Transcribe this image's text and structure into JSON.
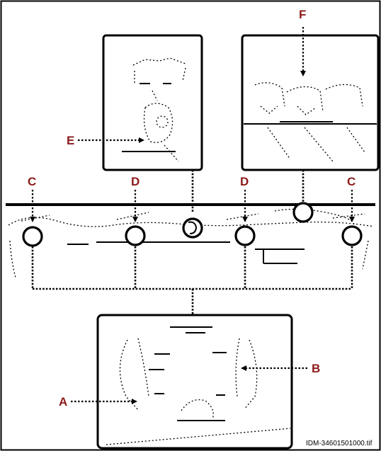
{
  "labels": {
    "A": "A",
    "B": "B",
    "C_left": "C",
    "C_right": "C",
    "D_left": "D",
    "D_right": "D",
    "E": "E",
    "F": "F"
  },
  "caption": "IDM-34601501000.tif",
  "colors": {
    "callout": "#8b1a1a",
    "line": "#000000",
    "frame": "#000000",
    "background": "#ffffff"
  }
}
